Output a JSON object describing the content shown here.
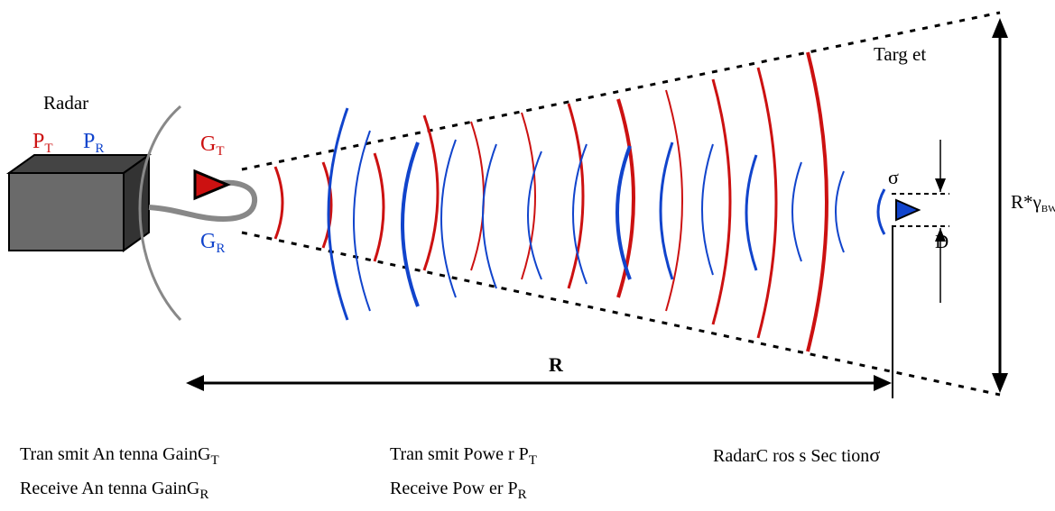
{
  "labels": {
    "radar": "Radar",
    "target": "Targ et",
    "pt_main": "P",
    "pt_sub": "T",
    "pr_main": "P",
    "pr_sub": "R",
    "gt_main": "G",
    "gt_sub": "T",
    "gr_main": "G",
    "gr_sub": "R",
    "sigma": "σ",
    "d": "D",
    "range": "R",
    "beamwidth_main": "R*γ",
    "beamwidth_sub": "BW"
  },
  "legend": {
    "tx_gain": "Tran smit An tenna  GainG",
    "tx_gain_sub": "T",
    "rx_gain": "Receive An tenna  GainG",
    "rx_gain_sub": "R",
    "tx_power": "Tran smit Powe r P",
    "tx_power_sub": "T",
    "rx_power": "Receive Pow er P",
    "rx_power_sub": "R",
    "rcs": "RadarC ros s Sec tion",
    "rcs_symbol": "σ"
  },
  "colors": {
    "transmit": "#cc1111",
    "receive": "#1144cc",
    "radar_box": "#555555",
    "antenna_cable": "#888888"
  }
}
